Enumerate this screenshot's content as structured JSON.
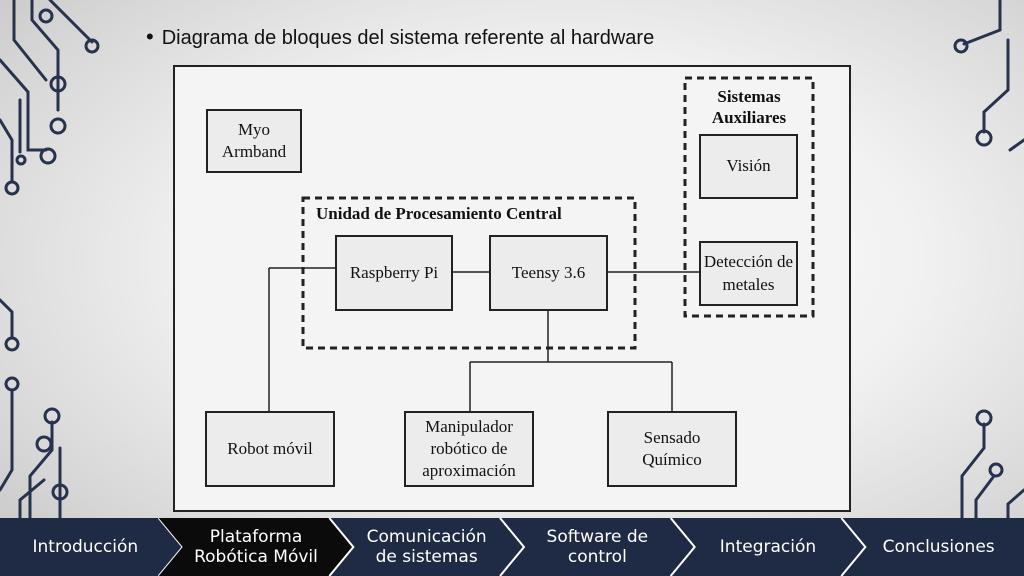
{
  "header": {
    "bullet": "•",
    "title": "Diagrama de bloques del sistema referente al hardware"
  },
  "diagram": {
    "blocks": {
      "myo": "Myo\nArmband",
      "raspberry": "Raspberry Pi",
      "teensy": "Teensy 3.6",
      "vision": "Visión",
      "metal": "Detección de\nmetales",
      "robot": "Robot móvil",
      "manipulator": "Manipulador\nrobótico de\naproximación",
      "chemical": "Sensado\nQuímico"
    },
    "groups": {
      "cpu": "Unidad de Procesamiento Central",
      "aux": "Sistemas\nAuxiliares"
    }
  },
  "nav": {
    "items": [
      {
        "label": "Introducción",
        "active": false
      },
      {
        "label": "Plataforma\nRobótica Móvil",
        "active": true
      },
      {
        "label": "Comunicación\nde sistemas",
        "active": false
      },
      {
        "label": "Software de\ncontrol",
        "active": false
      },
      {
        "label": "Integración",
        "active": false
      },
      {
        "label": "Conclusiones",
        "active": false
      }
    ],
    "colors": {
      "bar": "#1f2a44",
      "active": "#0b0b0b",
      "separator": "#ffffff"
    }
  },
  "decor": {
    "circuit_color": "#27324d"
  }
}
